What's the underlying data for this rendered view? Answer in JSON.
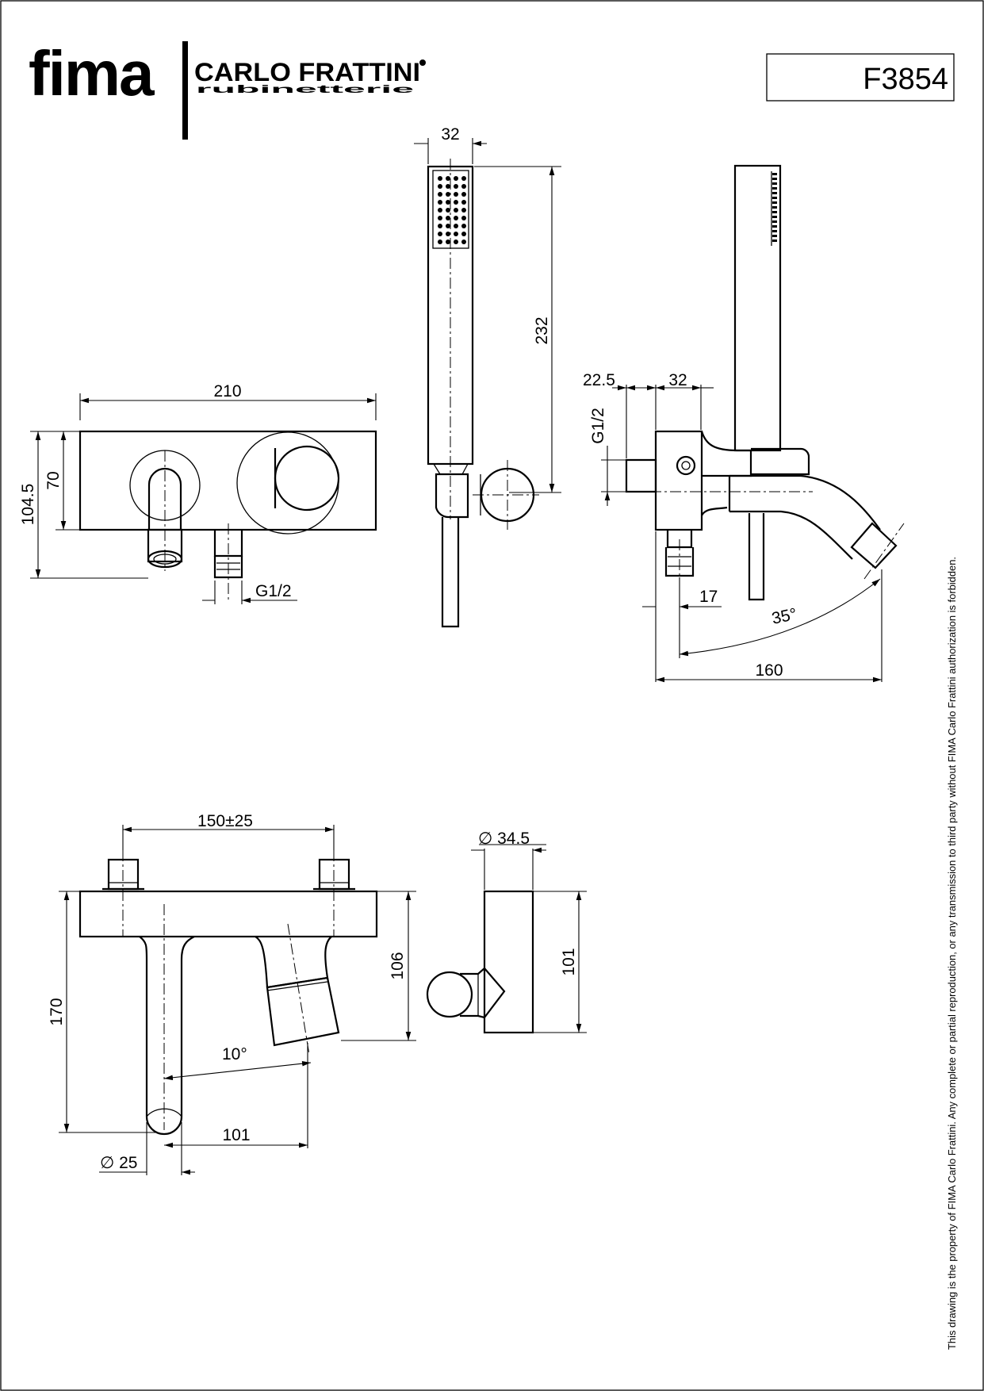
{
  "brand": {
    "logo_main": "fima",
    "logo_name": "CARLO FRATTINI",
    "logo_sub": "rubinetterie"
  },
  "title_block": {
    "code": "F3854"
  },
  "disclaimer": "This drawing is the property of FIMA Carlo Frattini. Any complete or partial reproduction, or any transmission to third party without FIMA Carlo Frattini authorization is forbidden.",
  "dimensions": {
    "front": {
      "width": "210",
      "height_total": "104.5",
      "height_plate": "70",
      "thread": "G1/2"
    },
    "handshower": {
      "width": "32",
      "length": "232"
    },
    "side": {
      "offset": "22.5",
      "width": "32",
      "thread": "G1/2",
      "inlet": "17",
      "angle": "35°",
      "projection": "160"
    },
    "top": {
      "spacing": "150±25",
      "height_total": "170",
      "height_body": "106",
      "angle": "10°",
      "offset": "101",
      "diameter": "∅ 25"
    },
    "holder": {
      "diameter": "∅ 34.5",
      "height": "101"
    }
  }
}
